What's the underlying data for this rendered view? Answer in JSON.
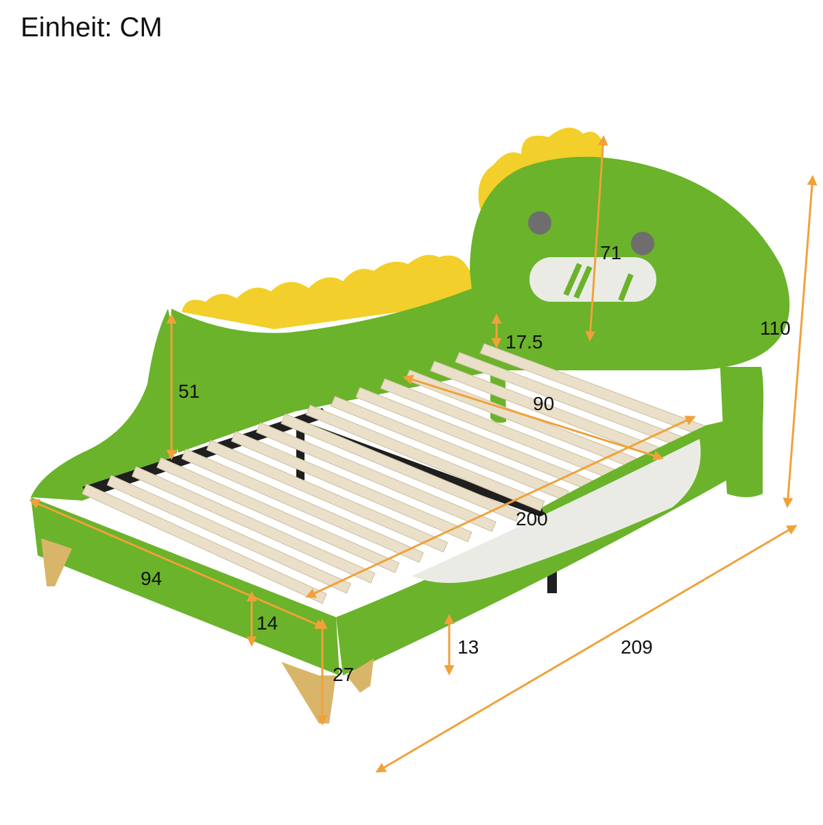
{
  "unit_label": "Einheit: CM",
  "colors": {
    "bed_green": "#6ab32a",
    "bed_green_dark": "#4f8f1c",
    "crest_yellow": "#f2cf2a",
    "slat_wood": "#eadfc8",
    "slat_edge": "#cbbd9f",
    "leg_gold": "#d9b56a",
    "frame_black": "#1f1f1f",
    "arrow_orange": "#f0a13a",
    "eye_gray": "#6e6e6e",
    "mouth_white": "#ebebe6"
  },
  "dimensions": [
    {
      "id": "total-height",
      "label": "110"
    },
    {
      "id": "headboard-height",
      "label": "71"
    },
    {
      "id": "side-rail-height",
      "label": "17.5"
    },
    {
      "id": "mattress-width",
      "label": "90"
    },
    {
      "id": "backrest-height",
      "label": "51"
    },
    {
      "id": "mattress-length",
      "label": "200"
    },
    {
      "id": "total-width",
      "label": "94"
    },
    {
      "id": "frame-height",
      "label": "14"
    },
    {
      "id": "leg-height",
      "label": "27"
    },
    {
      "id": "clearance",
      "label": "13"
    },
    {
      "id": "total-length",
      "label": "209"
    }
  ]
}
